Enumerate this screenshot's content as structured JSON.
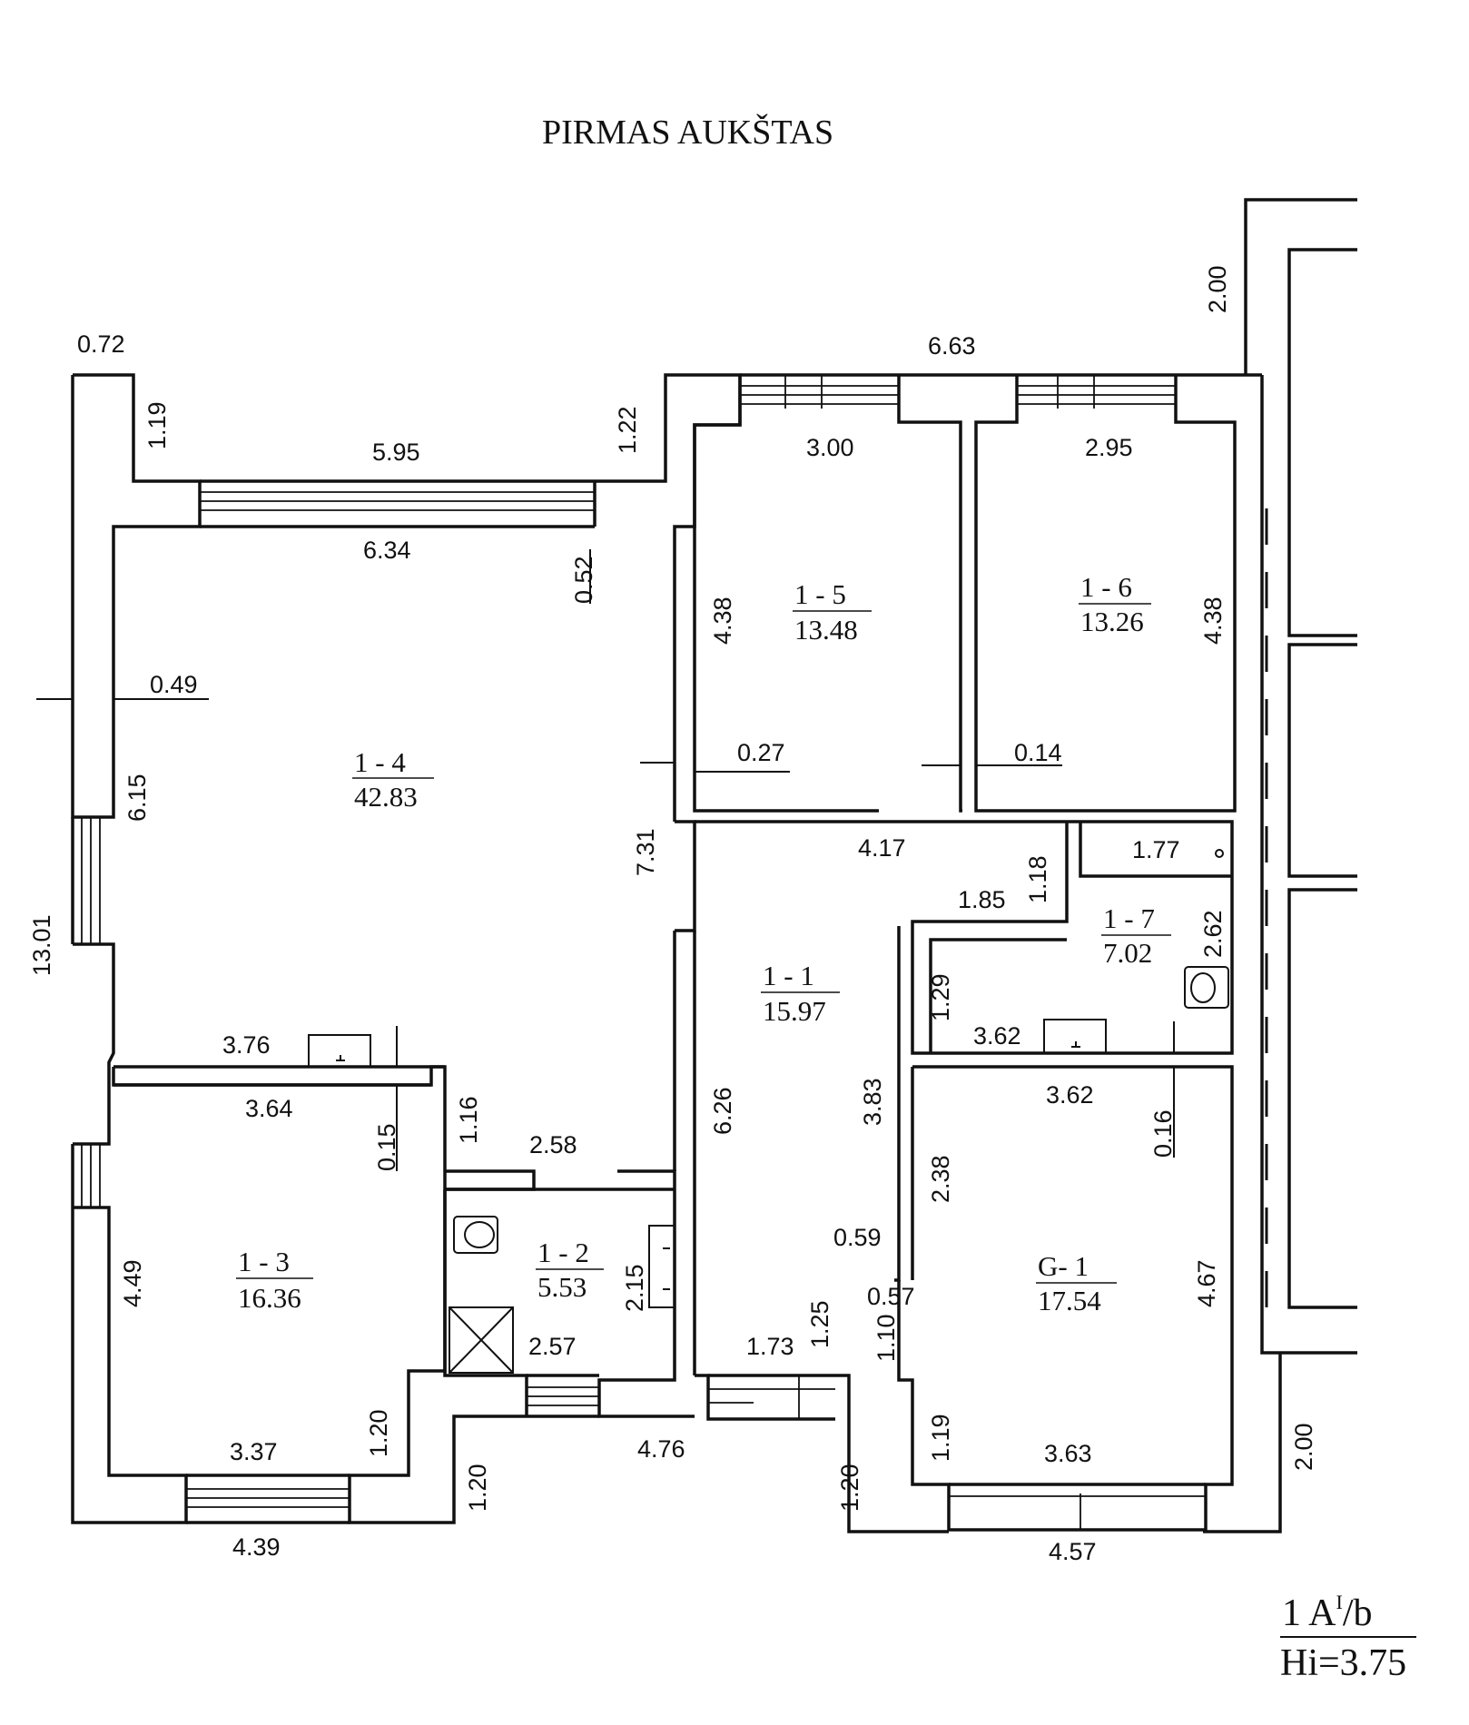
{
  "title": "PIRMAS AUKŠTAS",
  "rooms": [
    {
      "id": "1 - 1",
      "area": "15.97"
    },
    {
      "id": "1 - 2",
      "area": "5.53"
    },
    {
      "id": "1 - 3",
      "area": "16.36"
    },
    {
      "id": "1 - 4",
      "area": "42.83"
    },
    {
      "id": "1 - 5",
      "area": "13.48"
    },
    {
      "id": "1 - 6",
      "area": "13.26"
    },
    {
      "id": "1 - 7",
      "area": "7.02"
    },
    {
      "id": "G- 1",
      "area": "17.54"
    }
  ],
  "dimensions": [
    "0.72",
    "1.19",
    "5.95",
    "1.22",
    "6.63",
    "2.00",
    "3.00",
    "2.95",
    "6.34",
    "0.52",
    "4.38",
    "4.38",
    "0.49",
    "0.27",
    "0.14",
    "6.15",
    "7.31",
    "4.17",
    "1.77",
    "1.18",
    "1.85",
    "2.62",
    "13.01",
    "1.29",
    "3.76",
    "3.62",
    "3.64",
    "3.62",
    "0.15",
    "1.16",
    "2.58",
    "6.26",
    "3.83",
    "0.16",
    "2.38",
    "4.49",
    "2.15",
    "0.59",
    "0.57",
    "4.67",
    "2.57",
    "1.73",
    "1.25",
    "1.10",
    "3.37",
    "1.20",
    "1.20",
    "4.76",
    "1.20",
    "1.19",
    "3.63",
    "2.00",
    "4.39",
    "4.57"
  ],
  "stamp": {
    "line1": "1  A",
    "sup": "I",
    "line1_rest": "/b",
    "line2": "Hi=3.75"
  }
}
